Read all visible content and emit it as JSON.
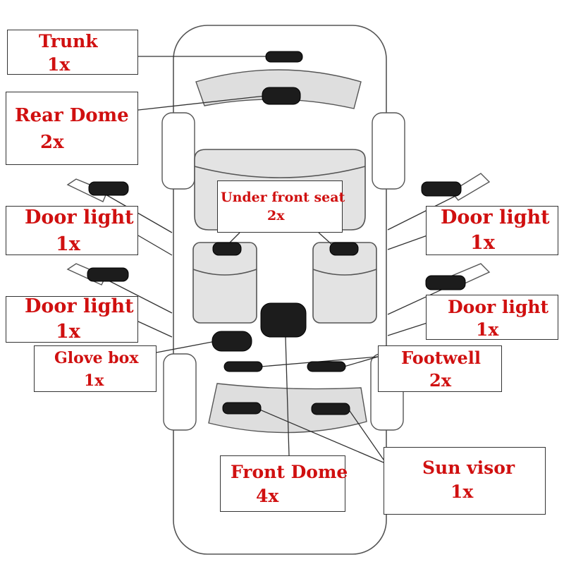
{
  "colors": {
    "label_text": "#d01010",
    "bulb": "#1c1c1c",
    "seat_fill": "#e3e3e3"
  },
  "labels": {
    "trunk": {
      "name": "Trunk",
      "count": "1x"
    },
    "rear_dome": {
      "name": "Rear Dome",
      "count": "2x"
    },
    "door_light_rl": {
      "name": "Door light",
      "count": "1x"
    },
    "door_light_fl": {
      "name": "Door light",
      "count": "1x"
    },
    "door_light_rr": {
      "name": "Door light",
      "count": "1x"
    },
    "door_light_fr": {
      "name": "Door light",
      "count": "1x"
    },
    "under_front_seat": {
      "name": "Under front seat",
      "count": "2x"
    },
    "glove_box": {
      "name": "Glove box",
      "count": "1x"
    },
    "footwell": {
      "name": "Footwell",
      "count": "2x"
    },
    "front_dome": {
      "name": "Front Dome",
      "count": "4x"
    },
    "sun_visor": {
      "name": "Sun visor",
      "count": "1x"
    }
  }
}
